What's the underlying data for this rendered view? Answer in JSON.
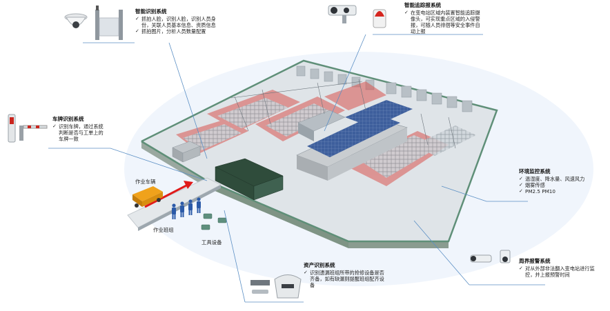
{
  "callouts": {
    "face": {
      "title": "智能识别系统",
      "items": [
        "抓拍人脸，识别人脸，识别人员身份，关联人员基本信息、资质信息",
        "抓拍图片，分析人员数量配置"
      ]
    },
    "track": {
      "title": "智能追踪报系统",
      "items": [
        "在变电站区域内装置智能追踪摄像头，可实现重点区域的入侵警报，可随人员徘徊等安全事件自动上报"
      ]
    },
    "plate": {
      "title": "车牌识别系统",
      "items": [
        "识别车牌，通过系统判断是否与工单上的车牌一致"
      ]
    },
    "env": {
      "title": "环境监控系统",
      "items": [
        "温湿度、降水量、风速风力",
        "烟雾传感",
        "PM2.5 PM10"
      ]
    },
    "asset": {
      "title": "资产识别系统",
      "items": [
        "识别遗漏班组所带的抢修设备是否齐备，如有缺漏则提醒班组配齐设备"
      ]
    },
    "perimeter": {
      "title": "周界报警系统",
      "items": [
        "对从外部非法翻入变电站进行监控，并上报预警时间"
      ]
    }
  },
  "labels": {
    "vehicle": "作业车辆",
    "team": "作业班组",
    "tools": "工具设备"
  },
  "colors": {
    "leader_line": "#5b8fc4",
    "zone_red": "#d9534f",
    "roof_blue": "#3e5f9c",
    "ground": "#dde3e8"
  }
}
